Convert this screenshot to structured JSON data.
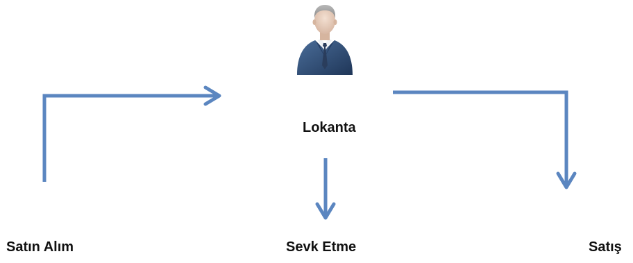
{
  "diagram": {
    "center_node": {
      "label": "Lokanta",
      "icon": "businessman-icon"
    },
    "nodes": [
      {
        "label": "Satın Alım"
      },
      {
        "label": "Sevk Etme"
      },
      {
        "label": "Satış"
      }
    ],
    "arrows": [
      {
        "from": "Satın Alım",
        "to": "Lokanta"
      },
      {
        "from": "Lokanta",
        "to": "Sevk Etme"
      },
      {
        "from": "Lokanta",
        "to": "Satış"
      }
    ]
  },
  "colors": {
    "arrow": "#5b86c0",
    "text": "#111111",
    "suit": "#2f4f78",
    "skin": "#e8d2c2"
  }
}
